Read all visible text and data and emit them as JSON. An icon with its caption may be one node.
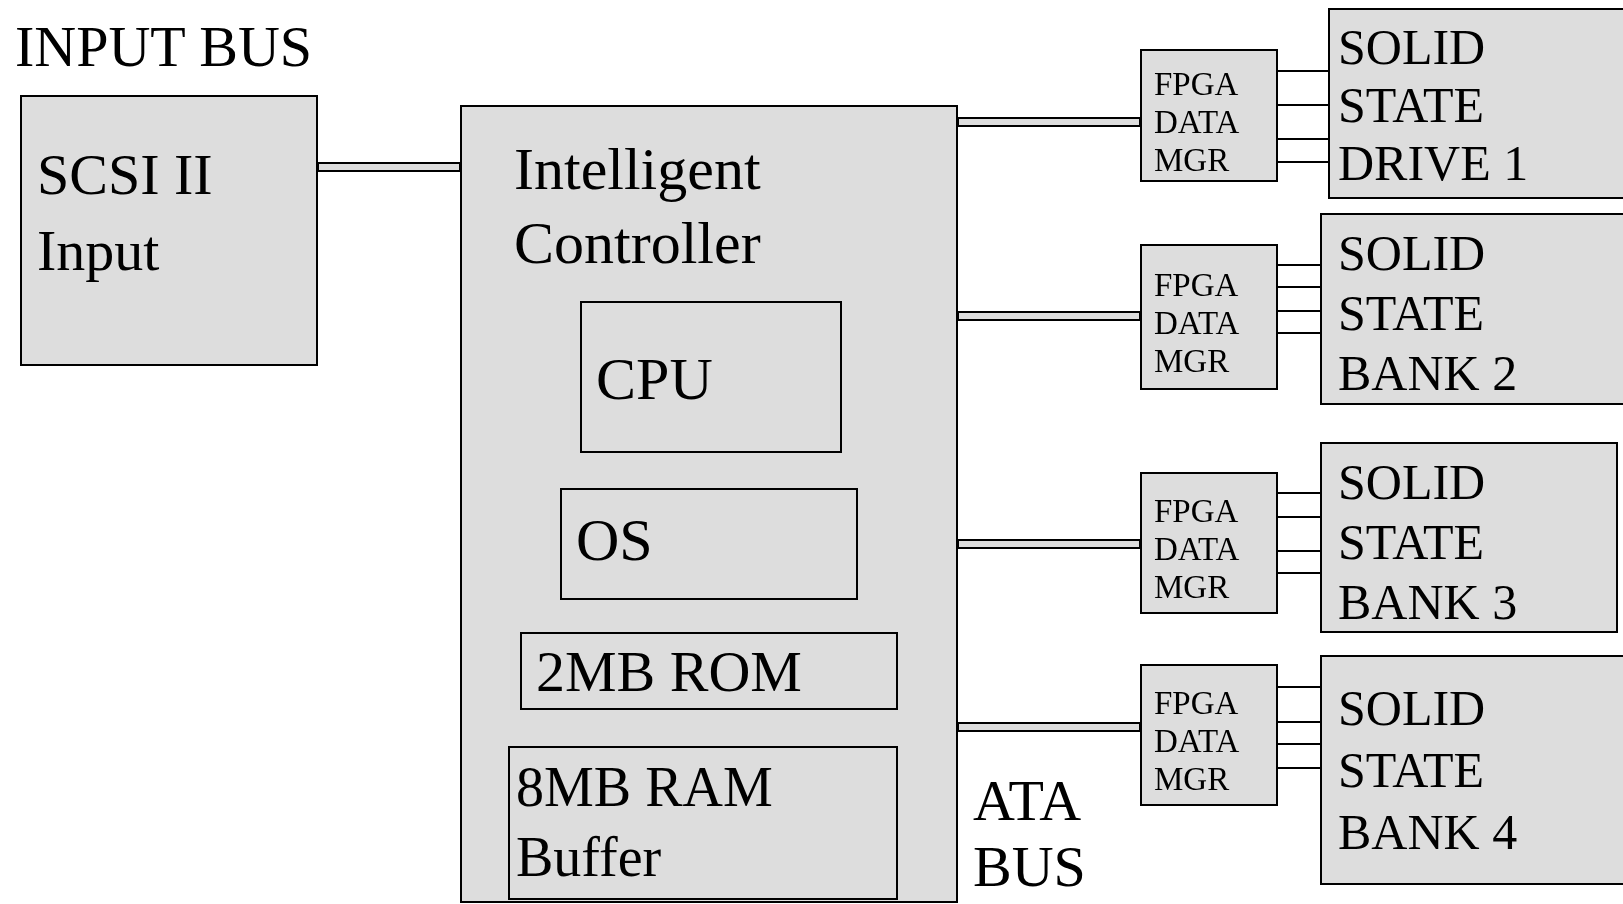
{
  "diagram": {
    "nodes": [
      {
        "text": [
          "SCSI II Input"
        ]
      },
      {
        "text": [
          "Intelligent Controller"
        ]
      },
      {
        "text": [
          "CPU"
        ],
        "in": 1
      },
      {
        "text": [
          "OS"
        ],
        "in": 1
      },
      {
        "text": [
          "2MB ROM"
        ],
        "in": 1
      },
      {
        "text": [
          "8MB RAM Buffer"
        ],
        "in": 1
      },
      {
        "text": [
          "FPGA DATA MGR"
        ]
      },
      {
        "text": [
          "FPGA DATA MGR"
        ]
      },
      {
        "text": [
          "FPGA DATA MGR"
        ]
      },
      {
        "text": [
          "FPGA DATA MGR"
        ]
      },
      {
        "text": [
          "SOLID STATE DRIVE 1"
        ]
      },
      {
        "text": [
          "SOLID STATE BANK 2"
        ]
      },
      {
        "text": [
          "SOLID STATE BANK 3"
        ]
      },
      {
        "text": [
          "SOLID STATE BANK 4"
        ]
      }
    ],
    "edges": [
      {
        "from": 0,
        "to": 1,
        "arrow": "none",
        "style": "thick"
      },
      {
        "from": 1,
        "to": 6,
        "arrow": "none",
        "style": "thick"
      },
      {
        "from": 1,
        "to": 7,
        "arrow": "none",
        "style": "thick"
      },
      {
        "from": 1,
        "to": 8,
        "arrow": "none",
        "style": "thick"
      },
      {
        "from": 1,
        "to": 9,
        "arrow": "none",
        "style": "thick"
      },
      {
        "from": 6,
        "to": 10,
        "arrow": "none"
      },
      {
        "from": 6,
        "to": 10,
        "arrow": "none"
      },
      {
        "from": 6,
        "to": 10,
        "arrow": "none"
      },
      {
        "from": 6,
        "to": 10,
        "arrow": "none"
      },
      {
        "from": 7,
        "to": 11,
        "arrow": "none"
      },
      {
        "from": 7,
        "to": 11,
        "arrow": "none"
      },
      {
        "from": 7,
        "to": 11,
        "arrow": "none"
      },
      {
        "from": 7,
        "to": 11,
        "arrow": "none"
      },
      {
        "from": 8,
        "to": 12,
        "arrow": "none"
      },
      {
        "from": 8,
        "to": 12,
        "arrow": "none"
      },
      {
        "from": 8,
        "to": 12,
        "arrow": "none"
      },
      {
        "from": 8,
        "to": 12,
        "arrow": "none"
      },
      {
        "from": 9,
        "to": 13,
        "arrow": "none"
      },
      {
        "from": 9,
        "to": 13,
        "arrow": "none"
      },
      {
        "from": 9,
        "to": 13,
        "arrow": "none"
      },
      {
        "from": 9,
        "to": 13,
        "arrow": "none"
      }
    ],
    "labels": [
      "INPUT BUS",
      "ATA BUS"
    ]
  }
}
